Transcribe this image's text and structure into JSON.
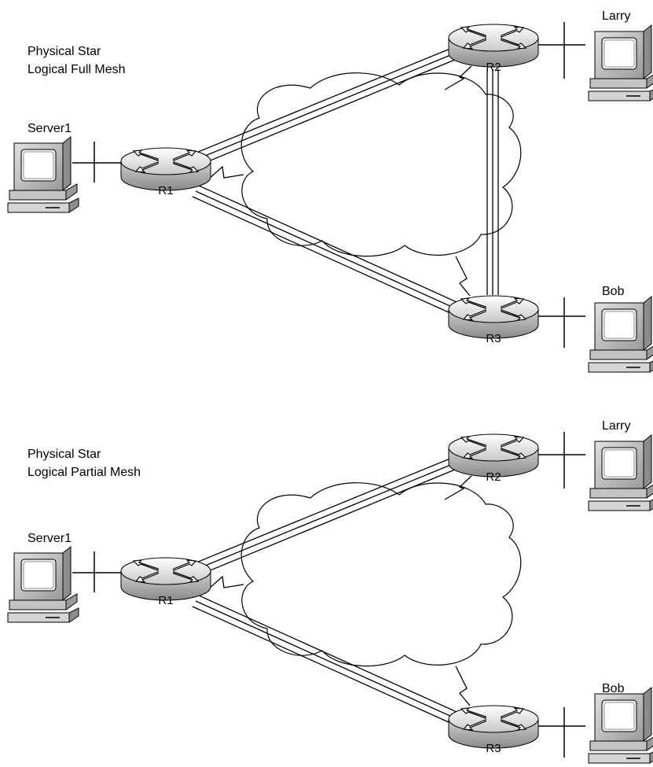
{
  "diagrams": [
    {
      "title_line1": "Physical Star",
      "title_line2": "Logical Full Mesh",
      "server_label": "Server1",
      "routers": {
        "r1": "R1",
        "r2": "R2",
        "r3": "R3"
      },
      "pc_top_label": "Larry",
      "pc_bottom_label": "Bob"
    },
    {
      "title_line1": "Physical Star",
      "title_line2": "Logical Partial Mesh",
      "server_label": "Server1",
      "routers": {
        "r1": "R1",
        "r2": "R2",
        "r3": "R3"
      },
      "pc_top_label": "Larry",
      "pc_bottom_label": "Bob"
    }
  ]
}
